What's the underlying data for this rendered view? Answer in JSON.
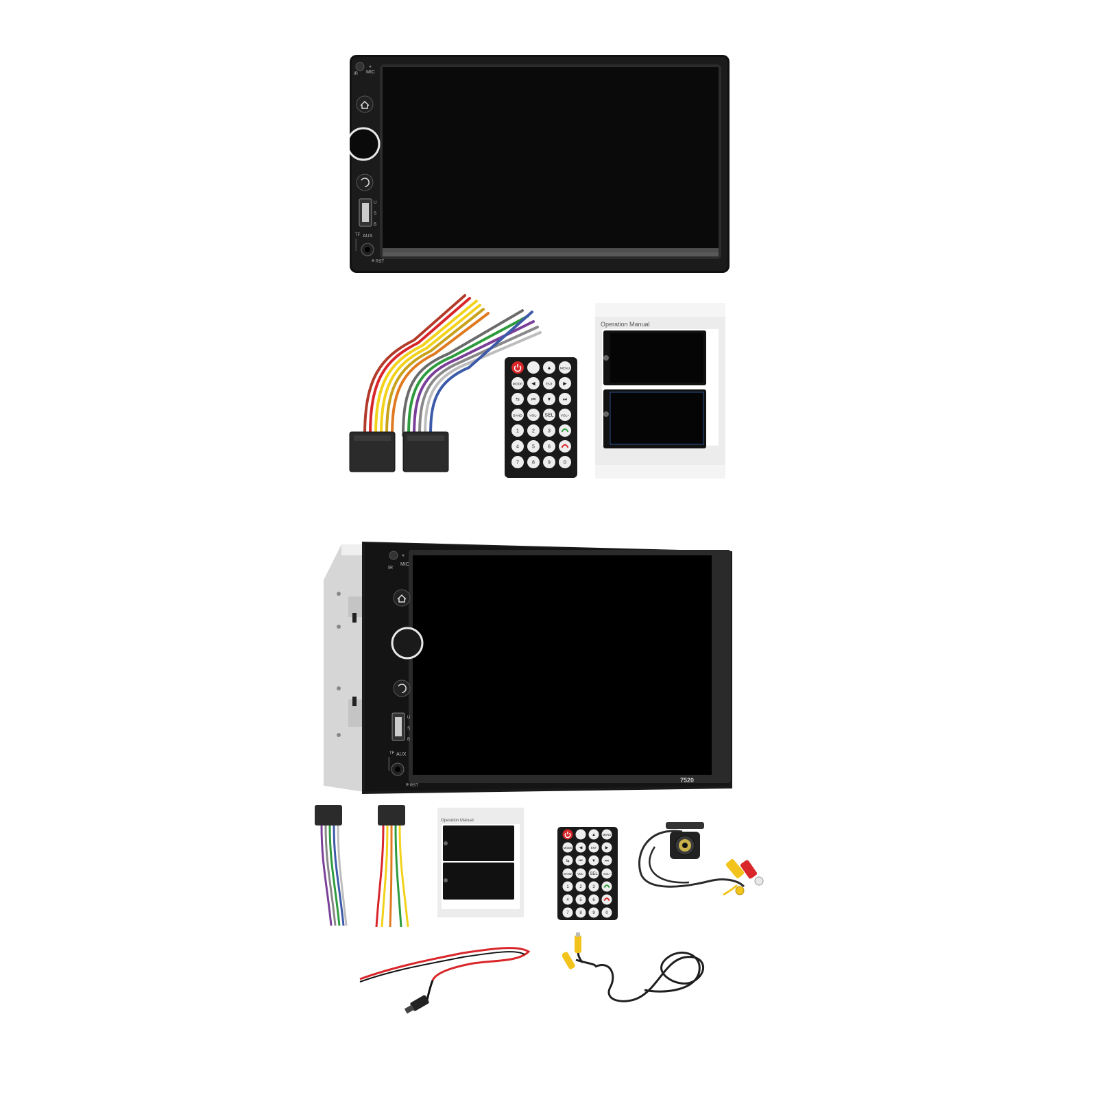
{
  "unit_top": {
    "label_ir": "IR",
    "label_mic": "MIC",
    "label_usb": [
      "U",
      "S",
      "B"
    ],
    "label_tf": "TF",
    "label_aux": "AUX",
    "label_rst": "RST"
  },
  "unit_bottom": {
    "label_ir": "IR",
    "label_mic": "MIC",
    "label_usb": [
      "U",
      "S",
      "B"
    ],
    "label_tf": "TF",
    "label_aux": "AUX",
    "label_rst": "RST",
    "model": "7520"
  },
  "manual_top": {
    "title": "Operation Manual"
  },
  "manual_bottom": {
    "title": "Operation Manual"
  },
  "remote": {
    "keys": [
      [
        "",
        "",
        "▲",
        "MENU"
      ],
      [
        "MODE",
        "◀",
        "ENT PAUSE",
        "▶"
      ],
      [
        "⇆",
        "⏮",
        "▼",
        "⏭"
      ],
      [
        "BAND AMS",
        "VOL-",
        "SEL",
        "VOL+"
      ],
      [
        "1",
        "2",
        "3",
        ""
      ],
      [
        "4",
        "5",
        "6",
        ""
      ],
      [
        "7",
        "8",
        "9",
        "0"
      ]
    ]
  },
  "colors": {
    "bezel": "#0d0d0d",
    "screen": "#000000",
    "chassis": "#d9d9d9",
    "remote_power": "#d8262a",
    "remote_call": "#2e9b3e",
    "remote_hangup": "#d8262a",
    "wire_red": "#d8262a",
    "wire_yellow": "#f2d21b",
    "rca_yellow": "#f2c41b"
  }
}
